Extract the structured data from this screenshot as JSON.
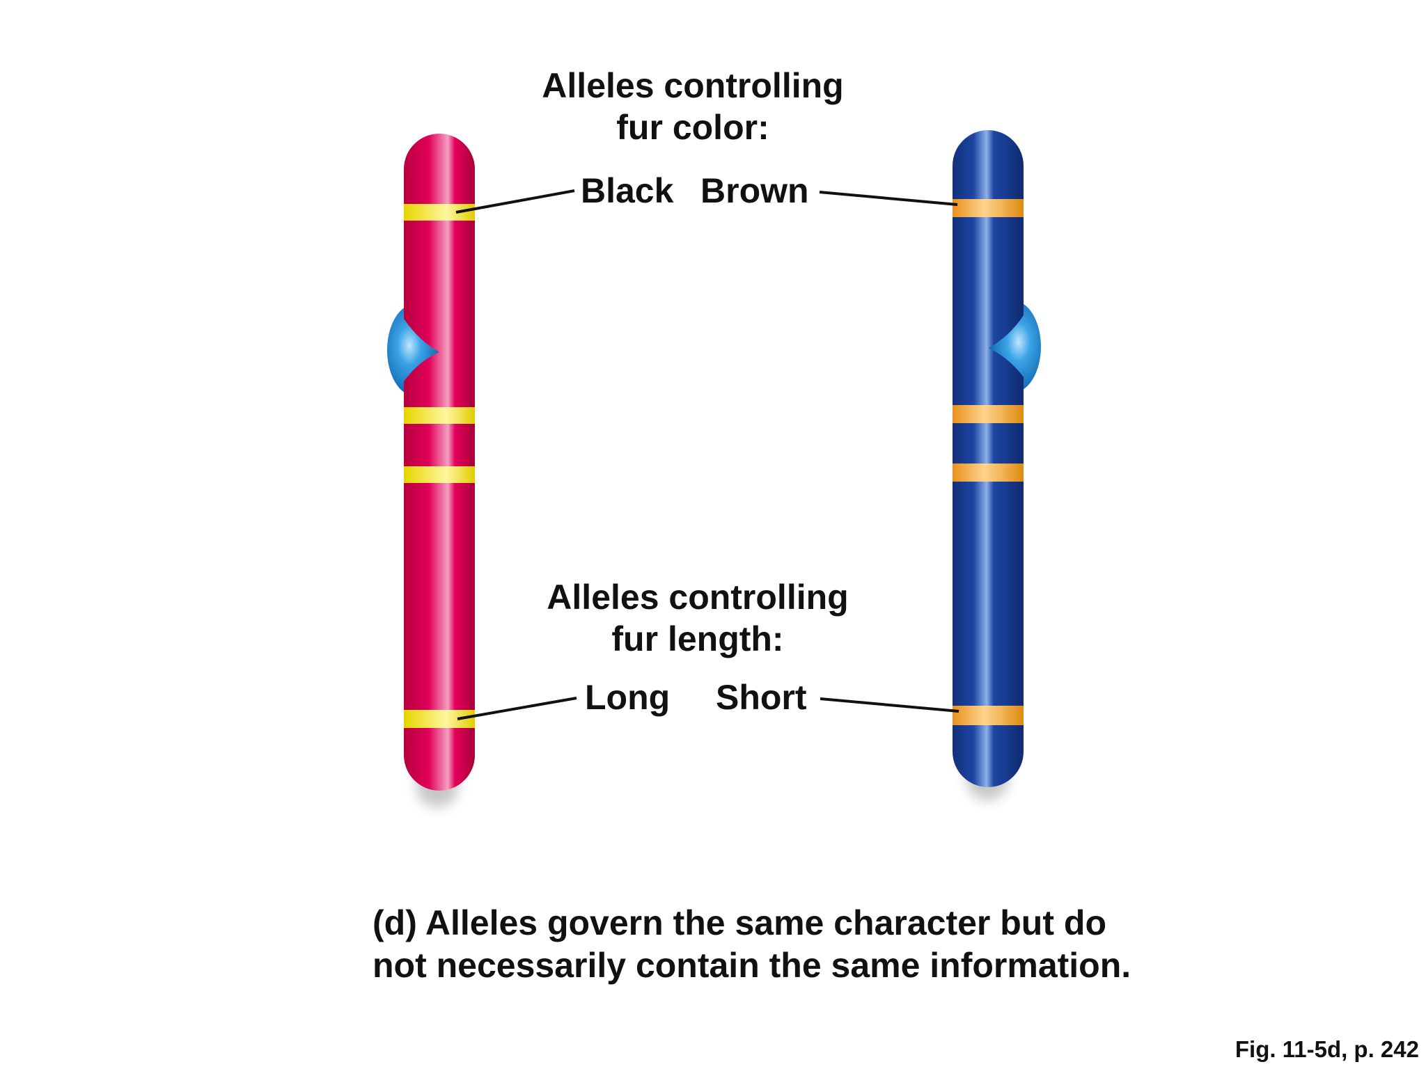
{
  "headings": {
    "fur_color": [
      "Alleles controlling",
      "fur color:"
    ],
    "fur_length": [
      "Alleles controlling",
      "fur length:"
    ]
  },
  "allele_labels": {
    "black": "Black",
    "brown": "Brown",
    "long": "Long",
    "short": "Short"
  },
  "caption": "(d) Alleles govern the same character but do not necessarily contain the same information.",
  "figure_reference": "Fig. 11-5d, p. 242",
  "colors": {
    "left_chromosome": "#d4004f",
    "right_chromosome": "#1a3f96",
    "centromere": "#1e88d4",
    "left_band": "#f5e600",
    "right_band": "#f0a020"
  }
}
